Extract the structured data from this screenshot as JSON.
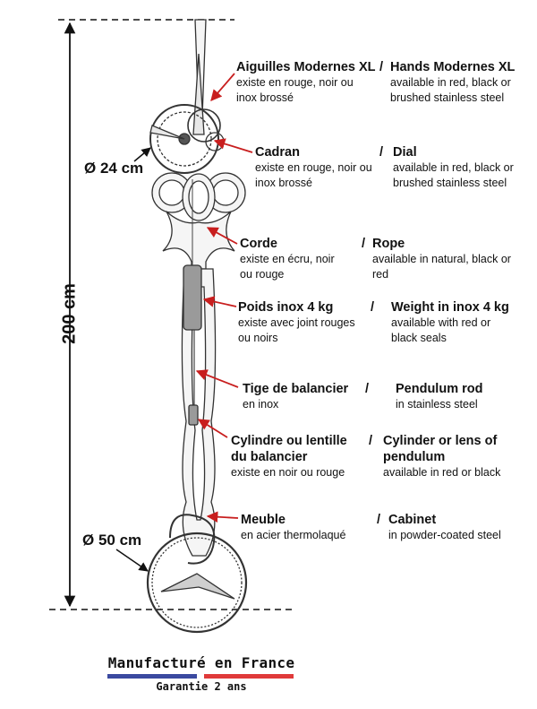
{
  "dimensions": {
    "height": "200 cm",
    "diam_top": "Ø 24 cm",
    "diam_bottom": "Ø 50 cm"
  },
  "components": [
    {
      "fr_title": "Aiguilles Modernes XL",
      "en_title": "Hands Modernes XL",
      "fr_desc": [
        "existe en rouge, noir ou",
        "inox brossé"
      ],
      "en_desc": [
        "available in red, black or",
        "brushed stainless steel"
      ]
    },
    {
      "fr_title": "Cadran",
      "en_title": "Dial",
      "fr_desc": [
        "existe en rouge, noir ou",
        "inox brossé"
      ],
      "en_desc": [
        "available in red, black or",
        "brushed stainless steel"
      ]
    },
    {
      "fr_title": "Corde",
      "en_title": "Rope",
      "fr_desc": [
        "existe en écru, noir",
        "ou rouge"
      ],
      "en_desc": [
        "available in natural, black or",
        "red"
      ]
    },
    {
      "fr_title": "Poids inox 4 kg",
      "en_title": "Weight in inox 4 kg",
      "fr_desc": [
        "existe avec joint rouges",
        "ou noirs"
      ],
      "en_desc": [
        "available with red or",
        "black seals"
      ]
    },
    {
      "fr_title": "Tige de balancier",
      "en_title": "Pendulum rod",
      "fr_desc": [
        "en inox"
      ],
      "en_desc": [
        "in stainless steel"
      ]
    },
    {
      "fr_title_lines": [
        "Cylindre ou lentille",
        "du balancier"
      ],
      "en_title_lines": [
        "Cylinder or lens of",
        "pendulum"
      ],
      "fr_desc": [
        "existe en noir ou rouge"
      ],
      "en_desc": [
        "available in red or black"
      ]
    },
    {
      "fr_title": "Meuble",
      "en_title": "Cabinet",
      "fr_desc": [
        "en acier thermolaqué"
      ],
      "en_desc": [
        "in powder-coated steel"
      ]
    }
  ],
  "separator": "/",
  "footer": {
    "made_in": "Manufacturé en France",
    "guarantee": "Garantie 2 ans"
  },
  "colors": {
    "arrow": "#c81e1e",
    "flag_blue": "#3b4aa0",
    "flag_red": "#e03a3a"
  }
}
